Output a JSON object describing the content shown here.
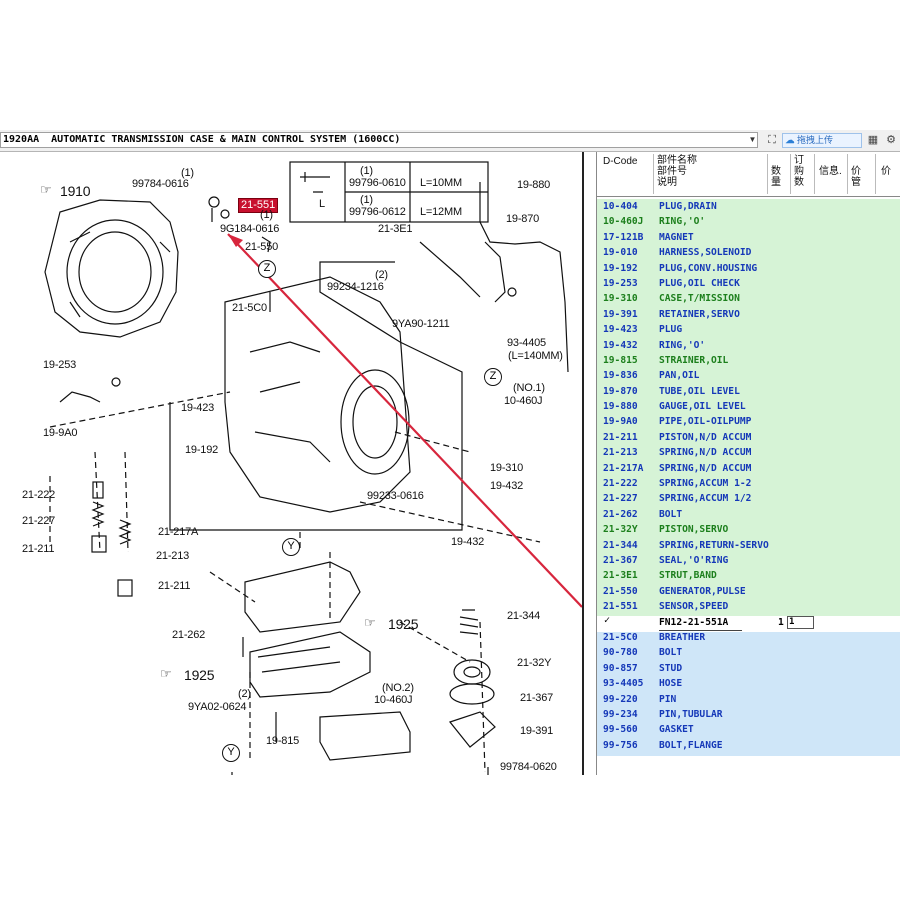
{
  "window": {
    "title": "1920AA  AUTOMATIC TRANSMISSION CASE & MAIN CONTROL SYSTEM (1600CC)",
    "upload_button": "拖拽上传",
    "upload_icon": "cloud-upload-icon",
    "toolbar_icons": [
      "flag-icon",
      "crop-icon",
      "cloud-icon",
      "grid-icon"
    ]
  },
  "diagram": {
    "highlight_label": "21-551",
    "labels": {
      "l1910": "1910",
      "l99784": "99784-0616",
      "n1a": "(1)",
      "l9g": "9G184-0616",
      "n1b": "(1)",
      "l21550": "21-550",
      "l213e1": "21-3E1",
      "l215c0": "21-5C0",
      "l99234": "99234-1216",
      "n2a": "(2)",
      "l9ya90": "9YA90-1211",
      "l19253": "19-253",
      "l199a0": "19-9A0",
      "l19423": "19-423",
      "l19192": "19-192",
      "l19310": "19-310",
      "l19432a": "19-432",
      "l99233": "99233-0616",
      "l19432b": "19-432",
      "l21222": "21-222",
      "l21227": "21-227",
      "l21211a": "21-211",
      "l21217a": "21-217A",
      "l21213": "21-213",
      "l21211b": "21-211",
      "l21262": "21-262",
      "l1925a": "1925",
      "l1925b": "1925",
      "l21344": "21-344",
      "l2132y": "21-32Y",
      "l21367": "21-367",
      "l19391": "19-391",
      "l9ya02": "9YA02-0624",
      "n2b": "(2)",
      "no2": "(NO.2)",
      "l10460j_b": "10-460J",
      "l19815": "19-815",
      "l99784b": "99784-0620",
      "l19880": "19-880",
      "l19870": "19-870",
      "l934405": "93-4405",
      "lmm": "(L=140MM)",
      "no1": "(NO.1)",
      "l10460j_a": "10-460J",
      "box_a": "99796-0610",
      "box_b": "99796-0612",
      "box_la": "L=10MM",
      "box_lb": "L=12MM",
      "box_n1": "(1)",
      "box_n2": "(1)",
      "box_l": "L",
      "cz1": "Z",
      "cz2": "Z",
      "cy1": "Y",
      "cy2": "Y"
    }
  },
  "panel": {
    "headers": {
      "dcode": "D-Code",
      "name1": "部件名称",
      "name2": "部件号",
      "name3": "说明",
      "qty": "数量",
      "order": "订购数",
      "info": "信息.",
      "price": "价管",
      "price2": "价"
    },
    "rows": [
      {
        "code": "10-404",
        "desc": "PLUG,DRAIN",
        "color": "blue"
      },
      {
        "code": "10-460J",
        "desc": "RING,'O'",
        "color": "green"
      },
      {
        "code": "17-121B",
        "desc": "MAGNET",
        "color": "blue"
      },
      {
        "code": "19-010",
        "desc": "HARNESS,SOLENOID",
        "color": "blue"
      },
      {
        "code": "19-192",
        "desc": "PLUG,CONV.HOUSING",
        "color": "blue"
      },
      {
        "code": "19-253",
        "desc": "PLUG,OIL CHECK",
        "color": "blue"
      },
      {
        "code": "19-310",
        "desc": "CASE,T/MISSION",
        "color": "green"
      },
      {
        "code": "19-391",
        "desc": "RETAINER,SERVO",
        "color": "blue"
      },
      {
        "code": "19-423",
        "desc": "PLUG",
        "color": "blue"
      },
      {
        "code": "19-432",
        "desc": "RING,'O'",
        "color": "blue"
      },
      {
        "code": "19-815",
        "desc": "STRAINER,OIL",
        "color": "green"
      },
      {
        "code": "19-836",
        "desc": "PAN,OIL",
        "color": "blue"
      },
      {
        "code": "19-870",
        "desc": "TUBE,OIL LEVEL",
        "color": "blue"
      },
      {
        "code": "19-880",
        "desc": "GAUGE,OIL LEVEL",
        "color": "blue"
      },
      {
        "code": "19-9A0",
        "desc": "PIPE,OIL-OILPUMP",
        "color": "blue"
      },
      {
        "code": "21-211",
        "desc": "PISTON,N/D ACCUM",
        "color": "blue"
      },
      {
        "code": "21-213",
        "desc": "SPRING,N/D ACCUM",
        "color": "blue"
      },
      {
        "code": "21-217A",
        "desc": "SPRING,N/D ACCUM",
        "color": "blue"
      },
      {
        "code": "21-222",
        "desc": "SPRING,ACCUM 1-2",
        "color": "blue"
      },
      {
        "code": "21-227",
        "desc": "SPRING,ACCUM 1/2",
        "color": "blue"
      },
      {
        "code": "21-262",
        "desc": "BOLT",
        "color": "blue"
      },
      {
        "code": "21-32Y",
        "desc": "PISTON,SERVO",
        "color": "green"
      },
      {
        "code": "21-344",
        "desc": "SPRING,RETURN-SERVO",
        "color": "blue"
      },
      {
        "code": "21-367",
        "desc": "SEAL,'O'RING",
        "color": "blue"
      },
      {
        "code": "21-3E1",
        "desc": "STRUT,BAND",
        "color": "green"
      },
      {
        "code": "21-550",
        "desc": "GENERATOR,PULSE",
        "color": "blue"
      },
      {
        "code": "21-551",
        "desc": "SENSOR,SPEED",
        "color": "blue"
      }
    ],
    "selected": {
      "check": "✓",
      "part_no": "FN12-21-551A",
      "qty": "1",
      "order": "1"
    },
    "rows_after": [
      {
        "code": "21-5C0",
        "desc": "BREATHER",
        "color": "blue"
      },
      {
        "code": "90-780",
        "desc": "BOLT",
        "color": "blue"
      },
      {
        "code": "90-857",
        "desc": "STUD",
        "color": "blue"
      },
      {
        "code": "93-4405",
        "desc": "HOSE",
        "color": "blue"
      },
      {
        "code": "99-220",
        "desc": "PIN",
        "color": "blue"
      },
      {
        "code": "99-234",
        "desc": "PIN,TUBULAR",
        "color": "blue"
      },
      {
        "code": "99-560",
        "desc": "GASKET",
        "color": "blue"
      },
      {
        "code": "99-756",
        "desc": "BOLT,FLANGE",
        "color": "blue"
      }
    ]
  }
}
